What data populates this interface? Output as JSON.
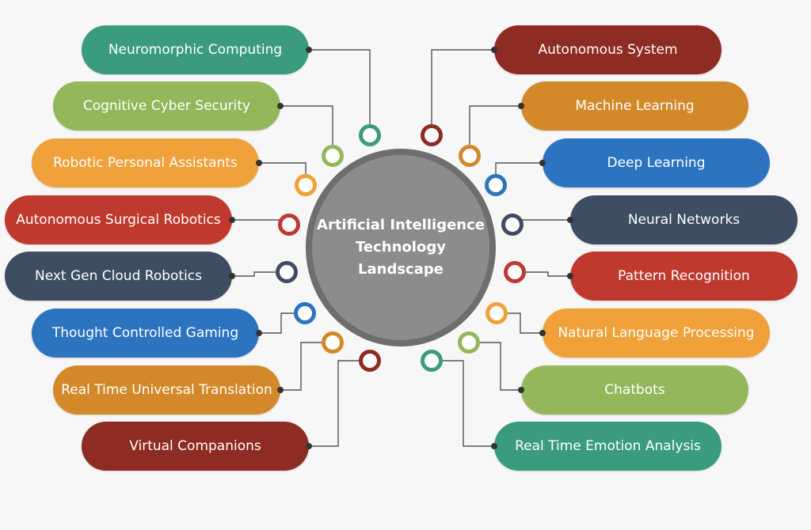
{
  "center": {
    "line1": "Artificial Intelligence",
    "line2": "Technology",
    "line3": "Landscape"
  },
  "left_nodes": [
    {
      "label": "Neuromorphic Computing",
      "color": "#3a9b7e"
    },
    {
      "label": "Cognitive Cyber Security",
      "color": "#93b75a"
    },
    {
      "label": "Robotic Personal Assistants",
      "color": "#f0a13a"
    },
    {
      "label": "Autonomous Surgical Robotics",
      "color": "#c0392f"
    },
    {
      "label": "Next Gen Cloud Robotics",
      "color": "#3e4d62"
    },
    {
      "label": "Thought Controlled Gaming",
      "color": "#2d74c0"
    },
    {
      "label": "Real Time Universal Translation",
      "color": "#d3892a"
    },
    {
      "label": "Virtual Companions",
      "color": "#8e2b22"
    }
  ],
  "right_nodes": [
    {
      "label": "Autonomous System",
      "color": "#8e2b22"
    },
    {
      "label": "Machine Learning",
      "color": "#d3892a"
    },
    {
      "label": "Deep Learning",
      "color": "#2d74c0"
    },
    {
      "label": "Neural Networks",
      "color": "#3e4d62"
    },
    {
      "label": "Pattern Recognition",
      "color": "#c0392f"
    },
    {
      "label": "Natural Language Processing",
      "color": "#f0a13a"
    },
    {
      "label": "Chatbots",
      "color": "#93b75a"
    },
    {
      "label": "Real Time Emotion Analysis",
      "color": "#3a9b7e"
    }
  ]
}
